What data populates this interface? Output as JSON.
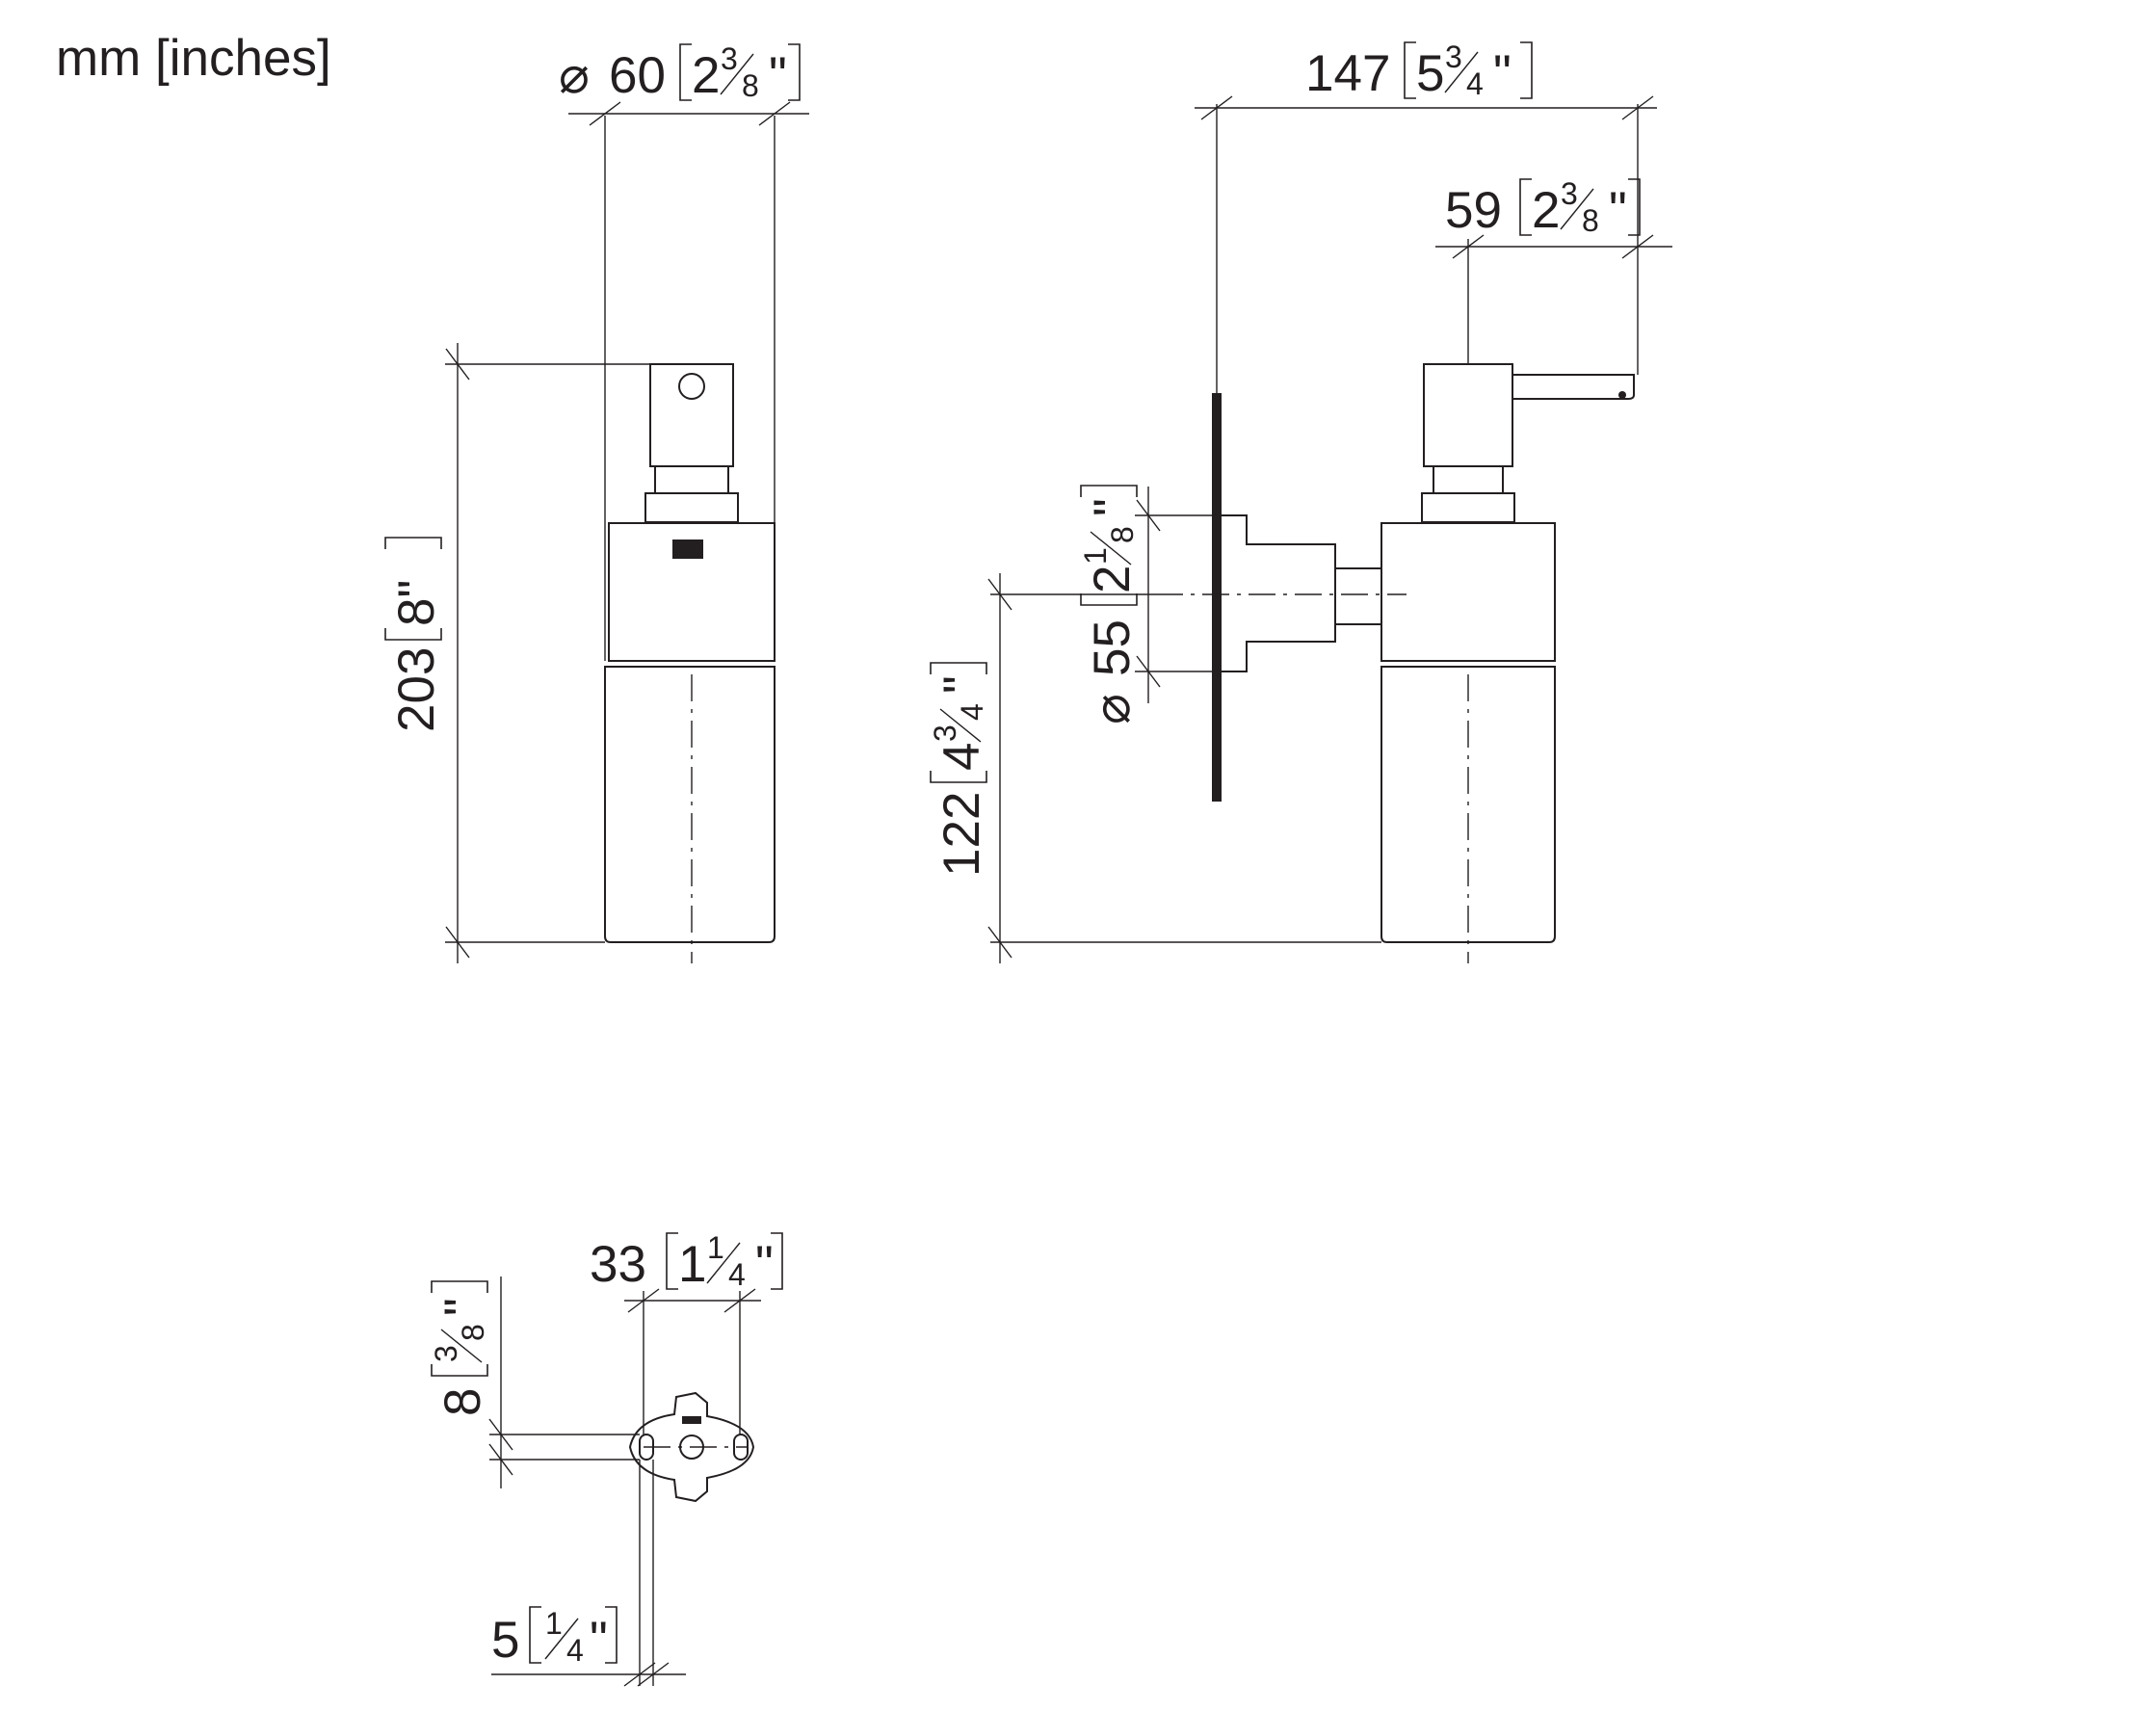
{
  "units_label": "mm [inches]",
  "dimensions": {
    "dia60": {
      "mm": "60",
      "whole": "2",
      "num": "3",
      "den": "8",
      "inch_mark": "\""
    },
    "h203": {
      "mm": "203",
      "inch": "8\""
    },
    "w147": {
      "mm": "147",
      "whole": "5",
      "num": "3",
      "den": "4",
      "inch_mark": "\""
    },
    "w59": {
      "mm": "59",
      "whole": "2",
      "num": "3",
      "den": "8",
      "inch_mark": "\""
    },
    "dia55": {
      "mm": "55",
      "whole": "2",
      "num": "1",
      "den": "8",
      "inch_mark": "\""
    },
    "h122": {
      "mm": "122",
      "whole": "4",
      "num": "3",
      "den": "4",
      "inch_mark": "\""
    },
    "w33": {
      "mm": "33",
      "whole": "1",
      "num": "1",
      "den": "4",
      "inch_mark": "\""
    },
    "h8": {
      "mm": "8",
      "num": "3",
      "den": "8",
      "inch_mark": "\""
    },
    "w5": {
      "mm": "5",
      "num": "1",
      "den": "4",
      "inch_mark": "\""
    }
  },
  "symbols": {
    "diameter": "⌀"
  }
}
